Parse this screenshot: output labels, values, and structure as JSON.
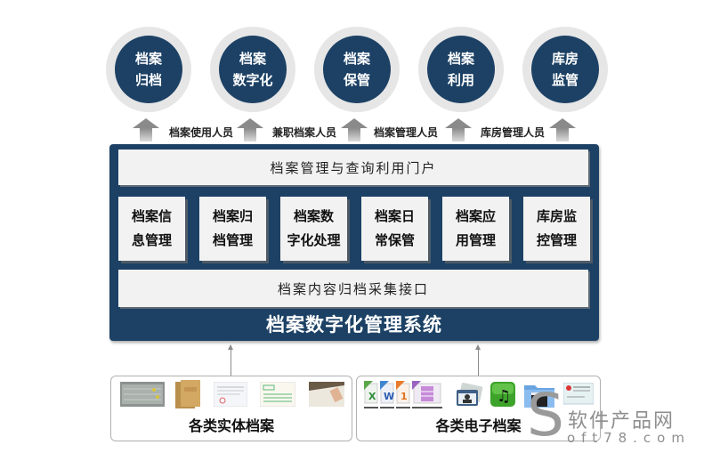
{
  "top_functions": [
    {
      "line1": "档案",
      "line2": "归档"
    },
    {
      "line1": "档案",
      "line2": "数字化"
    },
    {
      "line1": "档案",
      "line2": "保管"
    },
    {
      "line1": "档案",
      "line2": "利用"
    },
    {
      "line1": "库房",
      "line2": "监管"
    }
  ],
  "roles": [
    "档案使用人员",
    "兼职档案人员",
    "档案管理人员",
    "库房管理人员"
  ],
  "system": {
    "portal": "档案管理与查询利用门户",
    "modules": [
      {
        "line1": "档案信",
        "line2": "息管理"
      },
      {
        "line1": "档案归",
        "line2": "档管理"
      },
      {
        "line1": "档案数",
        "line2": "字化处理"
      },
      {
        "line1": "档案日",
        "line2": "常保管"
      },
      {
        "line1": "档案应",
        "line2": "用管理"
      },
      {
        "line1": "库房监",
        "line2": "控管理"
      }
    ],
    "interface": "档案内容归档采集接口",
    "title": "档案数字化管理系统"
  },
  "sources": {
    "physical": {
      "label": "各类实体档案",
      "items": [
        "scanned-documents",
        "archive-boxes",
        "paper-document",
        "green-form",
        "handwriting-photo"
      ]
    },
    "electronic": {
      "label": "各类电子档案",
      "items": [
        "excel-file",
        "word-file",
        "pdf-file",
        "multi-file",
        "contact-card",
        "music-file",
        "video-folder",
        "certificate-image"
      ]
    }
  },
  "watermark": {
    "letter": "S",
    "cn": "软件产品网",
    "en": "oft78.com"
  },
  "colors": {
    "navy": "#1c4165",
    "ring": "#e6e6e6",
    "panel": "#f2f2f2",
    "arrow": "#8a8a8a"
  }
}
